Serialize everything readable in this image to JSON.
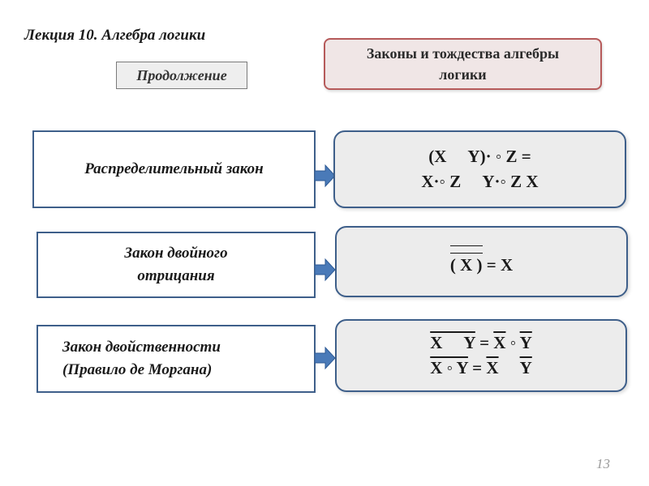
{
  "header": {
    "lecture_title": "Лекция 10. Алгебра логики",
    "continue_label": "Продолжение",
    "laws_box_line1": "Законы и тождества алгебры",
    "laws_box_line2": "логики"
  },
  "laws": [
    {
      "name": "Распределительный  закон",
      "formula_line1": "(X \u0000 Y)· ◦ Z =",
      "formula_line2": "X·◦ Z \u0000 Y·◦ Z X"
    },
    {
      "name_line1": "Закон двойного",
      "name_line2": "отрицания",
      "formula_open": "(",
      "formula_var": "X",
      "formula_close": ")",
      "formula_rest": "= X"
    },
    {
      "name_line1": "Закон двойственности",
      "name_line2": "(Правило де Моргана)",
      "f1_left": "X \u0000  Y",
      "f1_eq": " = ",
      "f1_a": "X",
      "f1_op": " ◦ ",
      "f1_b": "Y",
      "f2_left": "X ◦ Y",
      "f2_eq": " = ",
      "f2_a": "X",
      "f2_op": " \u0000 ",
      "f2_b": "Y"
    }
  ],
  "page_number": "13",
  "colors": {
    "box_border": "#3e5f8a",
    "arrow_fill": "#4a7ab8",
    "laws_box_border": "#b65a5a",
    "laws_box_bg": "#f0e6e6"
  }
}
